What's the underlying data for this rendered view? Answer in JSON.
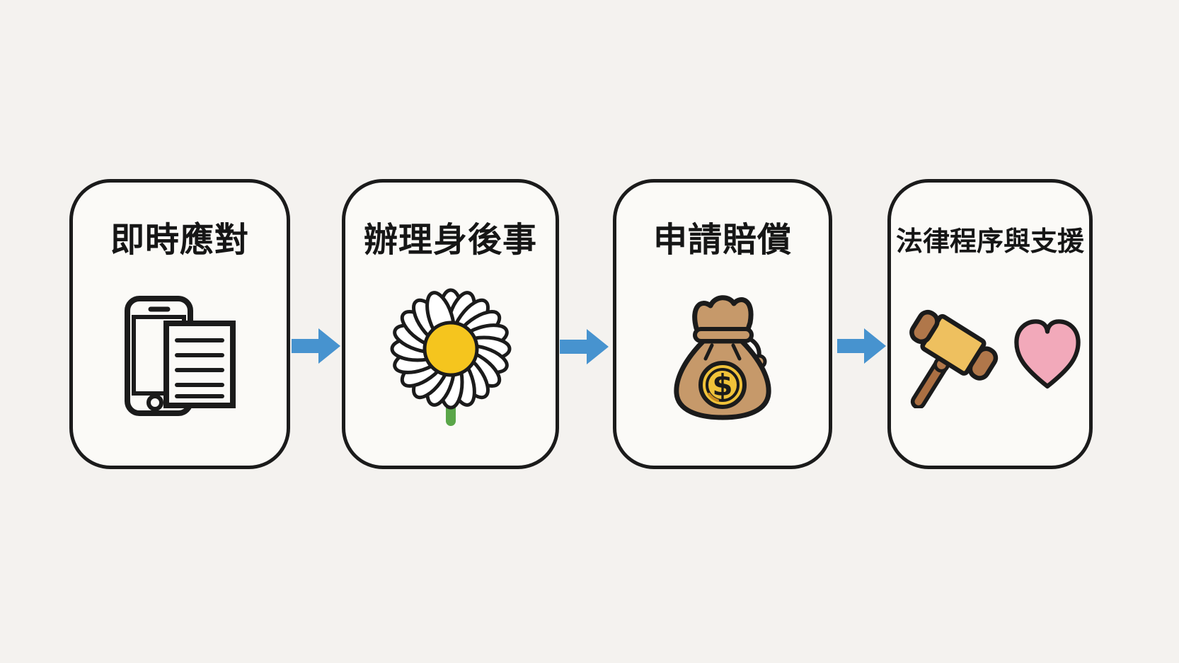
{
  "flow": {
    "steps": [
      {
        "label": "即時應對",
        "icon": "smartphone-documents-icon"
      },
      {
        "label": "辦理身後事",
        "icon": "daisy-flower-icon"
      },
      {
        "label": "申請賠償",
        "icon": "money-bag-icon"
      },
      {
        "label": "法律程序與支援",
        "icons": [
          "gavel-icon",
          "heart-icon"
        ]
      }
    ],
    "connectors": [
      {
        "type": "right-arrow"
      },
      {
        "type": "right-arrow"
      },
      {
        "type": "right-arrow"
      }
    ]
  },
  "colors": {
    "page_background": "#f4f2ef",
    "card_background": "#fbfaf7",
    "card_border": "#1b1b1b",
    "title_text": "#161616",
    "arrow_blue": "#4793cf",
    "daisy_petal_white": "#ffffff",
    "daisy_center_yellow": "#f5c51e",
    "daisy_stem_green": "#5aa649",
    "money_bag_tan": "#c6996a",
    "coin_gold": "#f0c239",
    "gavel_brown": "#b0774a",
    "gavel_gold_band": "#eec05f",
    "heart_pink": "#f2a9ba"
  }
}
